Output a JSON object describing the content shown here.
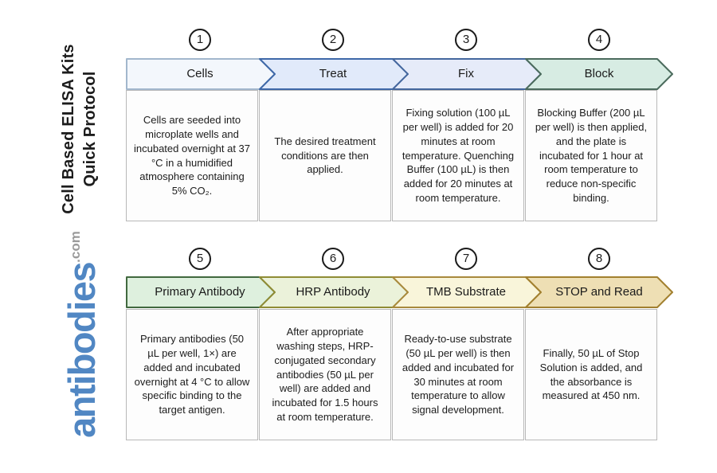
{
  "page": {
    "background": "#ffffff"
  },
  "sidebar": {
    "title_line1": "Cell Based ELISA Kits",
    "title_line2": "Quick Protocol",
    "logo_text": "antibodies",
    "logo_suffix": ".com",
    "logo_color": "#5187c3",
    "logo_suffix_color": "#9b9b9b"
  },
  "steps": [
    {
      "number": "1",
      "label": "Cells",
      "description": "Cells are seeded into microplate wells and incubated overnight at 37 °C in a humidified atmosphere containing 5% CO₂.",
      "fill": "#f3f7fc",
      "stroke": "#a2b7cd"
    },
    {
      "number": "2",
      "label": "Treat",
      "description": "The desired treatment conditions are then applied.",
      "fill": "#e1eafa",
      "stroke": "#3e68a8"
    },
    {
      "number": "3",
      "label": "Fix",
      "description": "Fixing solution (100 µL per well) is added for 20 minutes at room temperature. Quenching Buffer (100 µL) is then added for 20 minutes at room temperature.",
      "fill": "#e6ebf9",
      "stroke": "#44679e"
    },
    {
      "number": "4",
      "label": "Block",
      "description": "Blocking Buffer (200 µL per well) is then applied, and the plate is incubated for 1 hour at room temperature to reduce non-specific binding.",
      "fill": "#d7ece3",
      "stroke": "#4b6b5d"
    },
    {
      "number": "5",
      "label": "Primary Antibody",
      "description": "Primary antibodies (50 µL per well, 1×) are added and incubated overnight at 4 °C to allow specific binding to the target antigen.",
      "fill": "#def0de",
      "stroke": "#41693f"
    },
    {
      "number": "6",
      "label": "HRP Antibody",
      "description": "After appropriate washing steps, HRP-conjugated secondary antibodies (50 µL per well) are added and incubated for 1.5 hours at room temperature.",
      "fill": "#ebf2da",
      "stroke": "#8f8c35"
    },
    {
      "number": "7",
      "label": "TMB Substrate",
      "description": "Ready-to-use substrate (50 µL per well) is then added and incubated for 30 minutes at room temperature to allow signal development.",
      "fill": "#f9f5da",
      "stroke": "#a8893c"
    },
    {
      "number": "8",
      "label": "STOP and Read",
      "description": "Finally, 50 µL of Stop Solution is added, and the absorbance is measured at 450 nm.",
      "fill": "#eedfb4",
      "stroke": "#a2802f"
    }
  ]
}
